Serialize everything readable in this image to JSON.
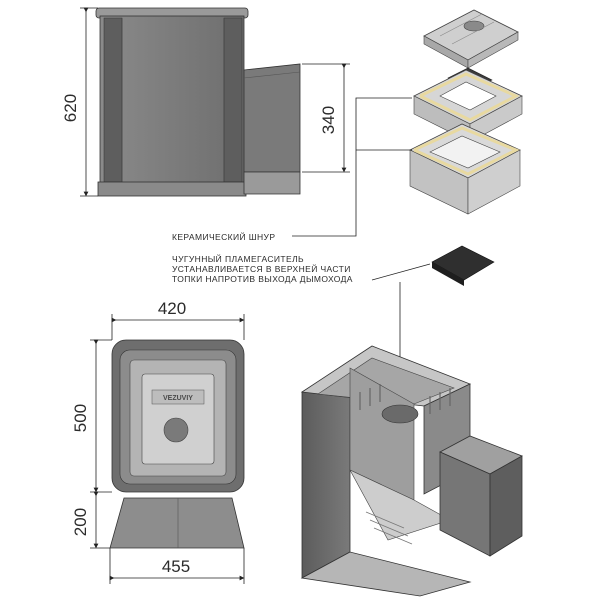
{
  "dimensions": {
    "front_height": "620",
    "chimney_height": "340",
    "top_width": "420",
    "top_depth": "500",
    "bottom_height": "200",
    "bottom_width": "455"
  },
  "labels": {
    "ceramic_cord": "КЕРАМИЧЕСКИЙ ШНУР",
    "deflector_line1": "ЧУГУННЫЙ ПЛАМЕГАСИТЕЛЬ",
    "deflector_line2": "УСТАНАВЛИВАЕТСЯ В ВЕРХНЕЙ ЧАСТИ",
    "deflector_line3": "ТОПКИ НАПРОТИВ ВЫХОДА ДЫМОХОДА"
  },
  "brand": "VEZUVIY",
  "colors": {
    "body_dark": "#6b6b6b",
    "body_mid": "#8f8f8f",
    "body_light": "#c9c9c9",
    "cord": "#e8d9a0",
    "line": "#222222"
  }
}
